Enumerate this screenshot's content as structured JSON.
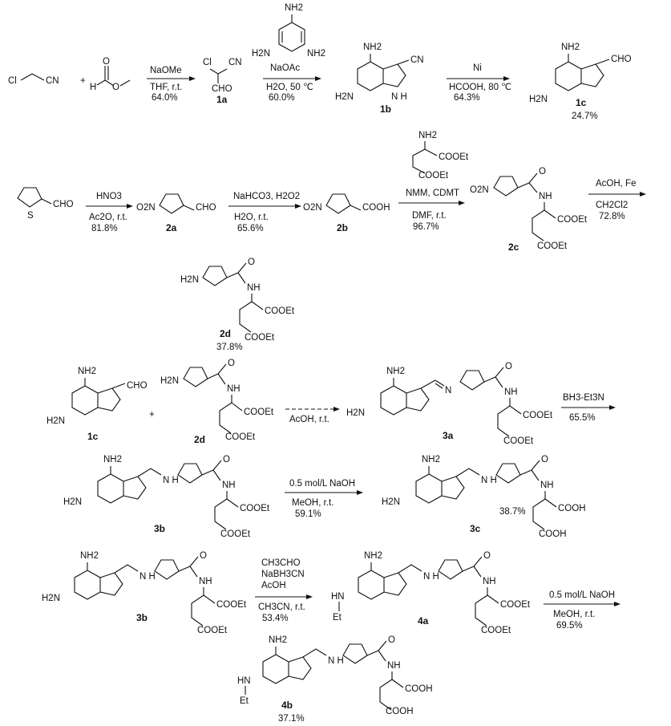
{
  "row1": {
    "sm1_a": "Cl",
    "sm1_b": "CN",
    "sm2_h": "H",
    "sm2_o": "O",
    "plus": "+",
    "a1_top": "NaOMe",
    "a1_bot1": "THF, r.t.",
    "a1_bot2": "64.0%",
    "p1a_cl": "Cl",
    "p1a_cn": "CN",
    "p1a_cho": "CHO",
    "p1a_label": "1a",
    "rg_nh2_top": "NH2",
    "rg_h2n": "H2N",
    "rg_nh2": "NH2",
    "a2_top": "NaOAc",
    "a2_bot1": "H2O, 50 ℃",
    "a2_bot2": "60.0%",
    "p1b_nh2": "NH2",
    "p1b_cn": "CN",
    "p1b_h2n": "H2N",
    "p1b_nh": "N H",
    "p1b_label": "1b",
    "a3_top": "Ni",
    "a3_bot1": "HCOOH, 80 ℃",
    "a3_bot2": "64.3%",
    "p1c_nh2": "NH2",
    "p1c_cho": "CHO",
    "p1c_h2n": "H2N",
    "p1c_label": "1c",
    "p1c_yield": "24.7%"
  },
  "row2": {
    "th_cho": "CHO",
    "th_s": "S",
    "a4_top": "HNO3",
    "a4_bot1": "Ac2O, r.t.",
    "a4_bot2": "81.8%",
    "p2a_o2n": "O2N",
    "p2a_cho": "CHO",
    "p2a_label": "2a",
    "a5_top": "NaHCO3, H2O2",
    "a5_bot1": "H2O, r.t.",
    "a5_bot2": "65.6%",
    "p2b_o2n": "O2N",
    "p2b_cooh": "COOH",
    "p2b_label": "2b",
    "glu_nh2": "NH2",
    "glu_coo1": "COOEt",
    "glu_coo2": "COOEt",
    "a6_top": "NMM, CDMT",
    "a6_bot1": "DMF, r.t.",
    "a6_bot2": "96.7%",
    "p2c_o2n": "O2N",
    "p2c_o": "O",
    "p2c_nh": "NH",
    "p2c_coo1": "COOEt",
    "p2c_coo2": "COOEt",
    "p2c_label": "2c",
    "a7_top": "AcOH, Fe",
    "a7_bot1": "CH2Cl2",
    "a7_bot2": "72.8%",
    "p2d_h2n": "H2N",
    "p2d_o": "O",
    "p2d_nh": "NH",
    "p2d_coo1": "COOEt",
    "p2d_coo2": "COOEt",
    "p2d_label": "2d",
    "p2d_yield": "37.8%"
  },
  "row3": {
    "r1c_nh2": "NH2",
    "r1c_cho": "CHO",
    "r1c_h2n": "H2N",
    "r1c_label": "1c",
    "plus": "+",
    "r2d_h2n": "H2N",
    "r2d_o": "O",
    "r2d_nh": "NH",
    "r2d_coo1": "COOEt",
    "r2d_coo2": "COOEt",
    "r2d_label": "2d",
    "a8_bot": "AcOH, r.t.",
    "p3a_nh2": "NH2",
    "p3a_h2n": "H2N",
    "p3a_n": "N",
    "p3a_o": "O",
    "p3a_nh": "NH",
    "p3a_coo1": "COOEt",
    "p3a_coo2": "COOEt",
    "p3a_label": "3a",
    "a9_top": "BH3-Et3N",
    "a9_bot": "65.5%"
  },
  "row4": {
    "p3b_nh2": "NH2",
    "p3b_h2n": "H2N",
    "p3b_nh_link": "N H",
    "p3b_o": "O",
    "p3b_nh": "NH",
    "p3b_coo1": "COOEt",
    "p3b_coo2": "COOEt",
    "p3b_label": "3b",
    "a10_top": "0.5 mol/L NaOH",
    "a10_bot1": "MeOH, r.t.",
    "a10_bot2": "59.1%",
    "p3c_nh2": "NH2",
    "p3c_h2n": "H2N",
    "p3c_nh_link": "N H",
    "p3c_o": "O",
    "p3c_nh": "NH",
    "p3c_coo1": "COOH",
    "p3c_coo2": "COOH",
    "p3c_label": "3c",
    "p3c_yield": "38.7%"
  },
  "row5": {
    "p3b_nh2": "NH2",
    "p3b_h2n": "H2N",
    "p3b_nh_link": "N H",
    "p3b_o": "O",
    "p3b_nh": "NH",
    "p3b_coo1": "COOEt",
    "p3b_coo2": "COOEt",
    "p3b_label": "3b",
    "a11_top1": "CH3CHO",
    "a11_top2": "NaBH3CN",
    "a11_top3": "AcOH",
    "a11_bot1": "CH3CN, r.t.",
    "a11_bot2": "53.4%",
    "p4a_nh2": "NH2",
    "p4a_hn": "HN",
    "p4a_et": "Et",
    "p4a_nh_link": "N H",
    "p4a_o": "O",
    "p4a_nh": "NH",
    "p4a_coo1": "COOEt",
    "p4a_coo2": "COOEt",
    "p4a_label": "4a",
    "a12_top": "0.5 mol/L NaOH",
    "a12_bot1": "MeOH, r.t.",
    "a12_bot2": "69.5%",
    "p4b_nh2": "NH2",
    "p4b_hn": "HN",
    "p4b_et": "Et",
    "p4b_nh_link": "N H",
    "p4b_o": "O",
    "p4b_nh": "NH",
    "p4b_coo1": "COOH",
    "p4b_coo2": "COOH",
    "p4b_label": "4b",
    "p4b_yield": "37.1%"
  }
}
